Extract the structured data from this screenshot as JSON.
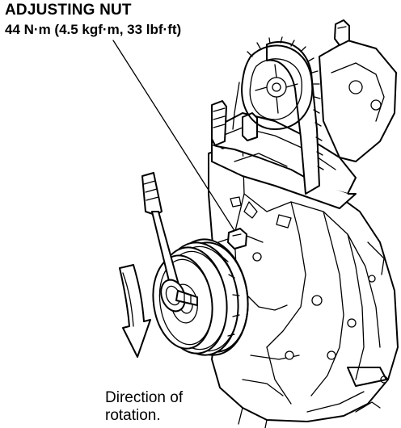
{
  "callout": {
    "title": "ADJUSTING NUT",
    "spec": "44 N·m (4.5 kgf·m, 33 lbf·ft)"
  },
  "caption": {
    "line1": "Direction of",
    "line2": "rotation."
  },
  "colors": {
    "ink": "#000000",
    "paper": "#ffffff"
  },
  "icons": {
    "rotation_arrow": "curved-down-arrow-icon",
    "wrench": "wrench-icon"
  }
}
